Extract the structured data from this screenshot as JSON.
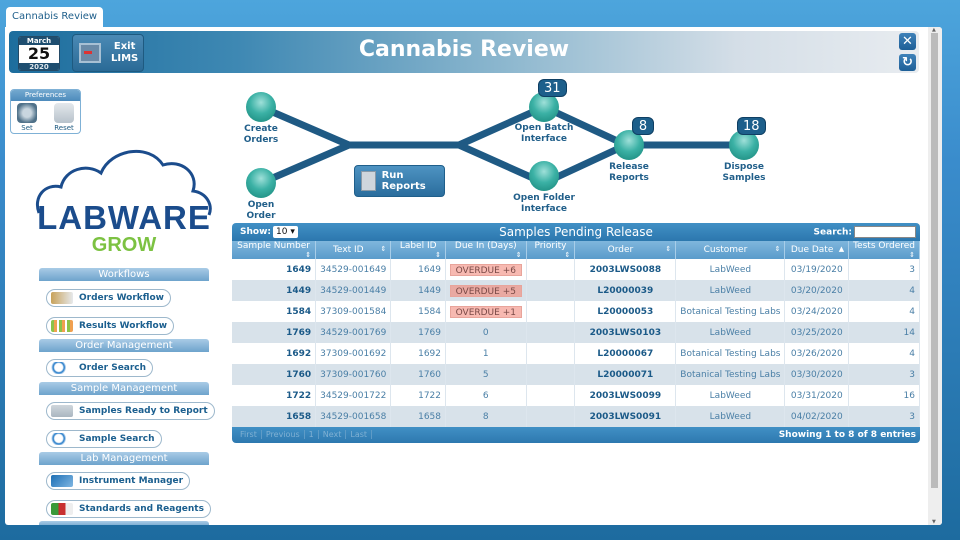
{
  "tab": {
    "label": "Cannabis Review"
  },
  "header": {
    "calendar": {
      "month": "March",
      "day": "25",
      "year": "2020"
    },
    "exit_label_1": "Exit",
    "exit_label_2": "LIMS",
    "title": "Cannabis Review",
    "close_icon": "x-icon",
    "refresh_icon": "refresh-icon"
  },
  "preferences": {
    "title": "Preferences",
    "set_label": "Set",
    "reset_label": "Reset"
  },
  "logo": {
    "brand": "LABWARE",
    "sub": "GROW",
    "brand_color": "#1b4c8c",
    "sub_color": "#7cc242"
  },
  "sidebar": {
    "sections": [
      {
        "title": "Workflows",
        "items": [
          "Orders Workflow",
          "Results Workflow"
        ]
      },
      {
        "title": "Order Management",
        "items": [
          "Order Search"
        ]
      },
      {
        "title": "Sample Management",
        "items": [
          "Samples Ready to Report",
          "Sample Search"
        ]
      },
      {
        "title": "Lab Management",
        "items": [
          "Instrument Manager",
          "Standards and Reagents"
        ]
      }
    ]
  },
  "workflow": {
    "nodes": [
      {
        "label1": "Create",
        "label2": "Orders"
      },
      {
        "label1": "Open",
        "label2": "Order"
      },
      {
        "label1": "Open Batch",
        "label2": "Interface",
        "badge": "31"
      },
      {
        "label1": "Open Folder",
        "label2": "Interface"
      },
      {
        "label1": "Release",
        "label2": "Reports",
        "badge": "8"
      },
      {
        "label1": "Dispose",
        "label2": "Samples",
        "badge": "18"
      }
    ],
    "run_reports": "Run Reports"
  },
  "table": {
    "show_label": "Show:",
    "show_value": "10 ▾",
    "title": "Samples Pending Release",
    "search_label": "Search:",
    "columns": [
      "Sample Number",
      "Text ID",
      "Label ID",
      "Due In (Days)",
      "Priority",
      "Order",
      "Customer",
      "Due Date",
      "Tests Ordered"
    ],
    "rows": [
      [
        "1649",
        "34529-001649",
        "1649",
        "OVERDUE +6",
        "",
        "2003LWS0088",
        "LabWeed",
        "03/19/2020",
        "3"
      ],
      [
        "1449",
        "34529-001449",
        "1449",
        "OVERDUE +5",
        "",
        "L20000039",
        "LabWeed",
        "03/20/2020",
        "4"
      ],
      [
        "1584",
        "37309-001584",
        "1584",
        "OVERDUE +1",
        "",
        "L20000053",
        "Botanical Testing Labs",
        "03/24/2020",
        "4"
      ],
      [
        "1769",
        "34529-001769",
        "1769",
        "0",
        "",
        "2003LWS0103",
        "LabWeed",
        "03/25/2020",
        "14"
      ],
      [
        "1692",
        "37309-001692",
        "1692",
        "1",
        "",
        "L20000067",
        "Botanical Testing Labs",
        "03/26/2020",
        "4"
      ],
      [
        "1760",
        "37309-001760",
        "1760",
        "5",
        "",
        "L20000071",
        "Botanical Testing Labs",
        "03/30/2020",
        "3"
      ],
      [
        "1722",
        "34529-001722",
        "1722",
        "6",
        "",
        "2003LWS0099",
        "LabWeed",
        "03/31/2020",
        "16"
      ],
      [
        "1658",
        "34529-001658",
        "1658",
        "8",
        "",
        "2003LWS0091",
        "LabWeed",
        "04/02/2020",
        "3"
      ]
    ],
    "pager": [
      "First",
      "Previous",
      "1",
      "Next",
      "Last"
    ],
    "info": "Showing 1 to 8 of 8 entries"
  }
}
